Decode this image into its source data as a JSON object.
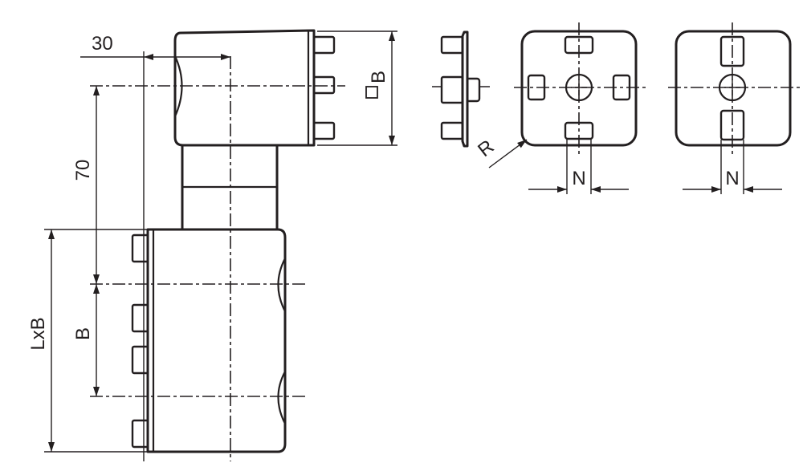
{
  "dimension_labels": {
    "offset": "30",
    "spacing": "70",
    "length": "LxB",
    "width": "B",
    "square": "B",
    "radius": "R",
    "slot_width_1": "N",
    "slot_width_2": "N"
  },
  "colors": {
    "line": "#231f20",
    "background": "#ffffff"
  }
}
